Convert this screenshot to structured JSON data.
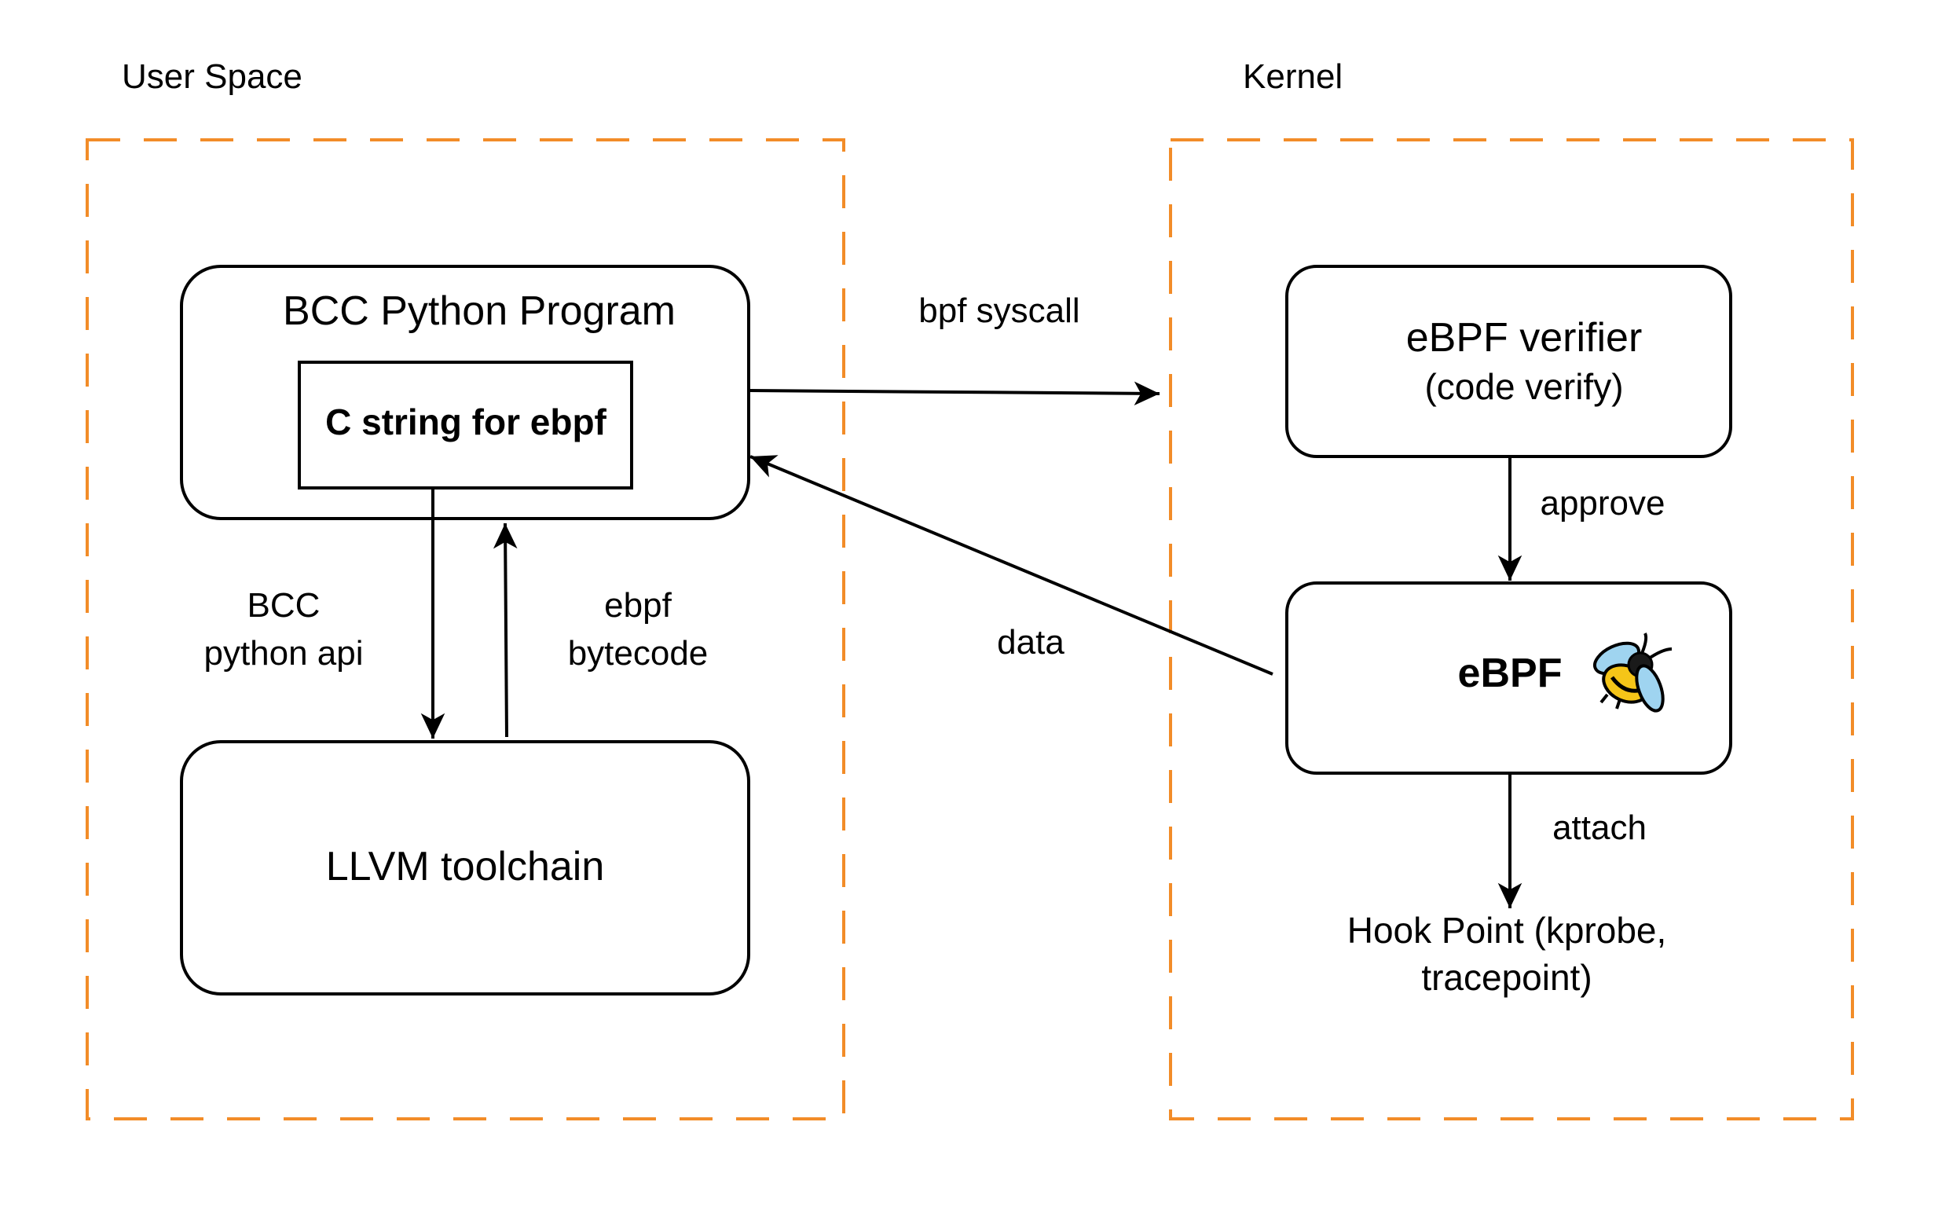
{
  "regions": {
    "user_space": {
      "label": "User Space"
    },
    "kernel": {
      "label": "Kernel"
    }
  },
  "nodes": {
    "bcc_program": {
      "label": "BCC Python Program"
    },
    "c_string": {
      "label": "C string for ebpf"
    },
    "llvm": {
      "label": "LLVM toolchain"
    },
    "verifier": {
      "label": "eBPF verifier",
      "sublabel": "(code verify)"
    },
    "ebpf": {
      "label": "eBPF",
      "icon": "bee-icon"
    },
    "hook_point": {
      "line1": "Hook Point (kprobe,",
      "line2": "tracepoint)"
    }
  },
  "edges": {
    "bpf_syscall": {
      "label": "bpf syscall"
    },
    "data": {
      "label": "data"
    },
    "bcc_api": {
      "line1": "BCC",
      "line2": "python api"
    },
    "ebpf_bytecode": {
      "line1": "ebpf",
      "line2": "bytecode"
    },
    "approve": {
      "label": "approve"
    },
    "attach": {
      "label": "attach"
    }
  },
  "colors": {
    "region_border": "#f28c28",
    "line": "#000000",
    "bee_body": "#f5c518",
    "bee_wing": "#9fd4f0"
  }
}
